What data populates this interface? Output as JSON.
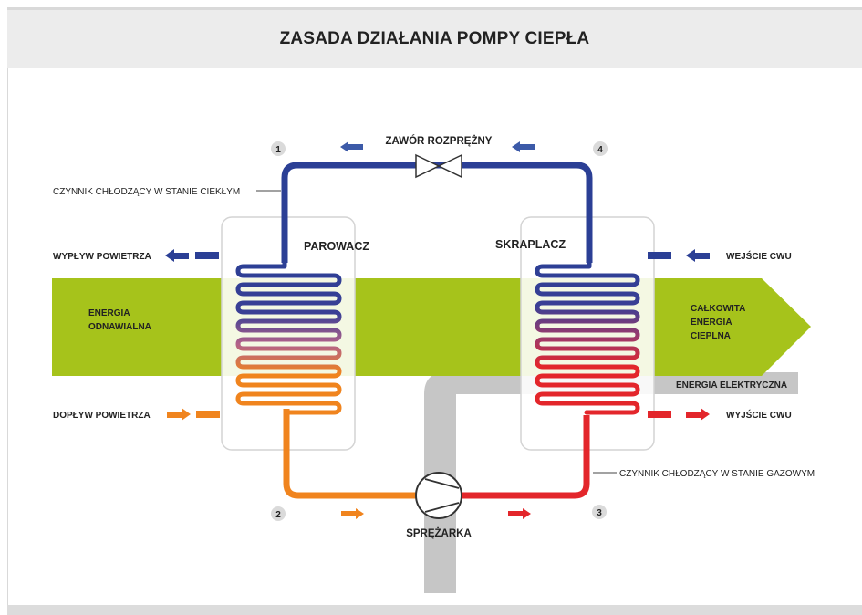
{
  "title": "ZASADA DZIAŁANIA POMPY CIEPŁA",
  "labels": {
    "expansion_valve": "ZAWÓR ROZPRĘŻNY",
    "liquid_refrigerant": "CZYNNIK CHŁODZĄCY W STANIE CIEKŁYM",
    "gas_refrigerant": "CZYNNIK CHŁODZĄCY W STANIE GAZOWYM",
    "evaporator": "PAROWACZ",
    "condenser": "SKRAPLACZ",
    "compressor": "SPRĘŻARKA",
    "air_outflow": "WYPŁYW POWIETRZA",
    "air_inflow": "DOPŁYW POWIETRZA",
    "renewable_energy": [
      "ENERGIA",
      "ODNAWIALNA"
    ],
    "total_heat_energy": [
      "CAŁKOWITA",
      "ENERGIA",
      "CIEPLNA"
    ],
    "electric_energy": "ENERGIA ELEKTRYCZNA",
    "dhw_inlet": "WEJŚCIE CWU",
    "dhw_outlet": "WYJŚCIE CWU"
  },
  "steps": [
    "1",
    "2",
    "3",
    "4"
  ],
  "colors": {
    "green": "#a6c31b",
    "gray": "#c6c6c6",
    "blue": "#2b3f95",
    "orange": "#f0841e",
    "red": "#e3262b",
    "purple": "#7c4f8e"
  }
}
